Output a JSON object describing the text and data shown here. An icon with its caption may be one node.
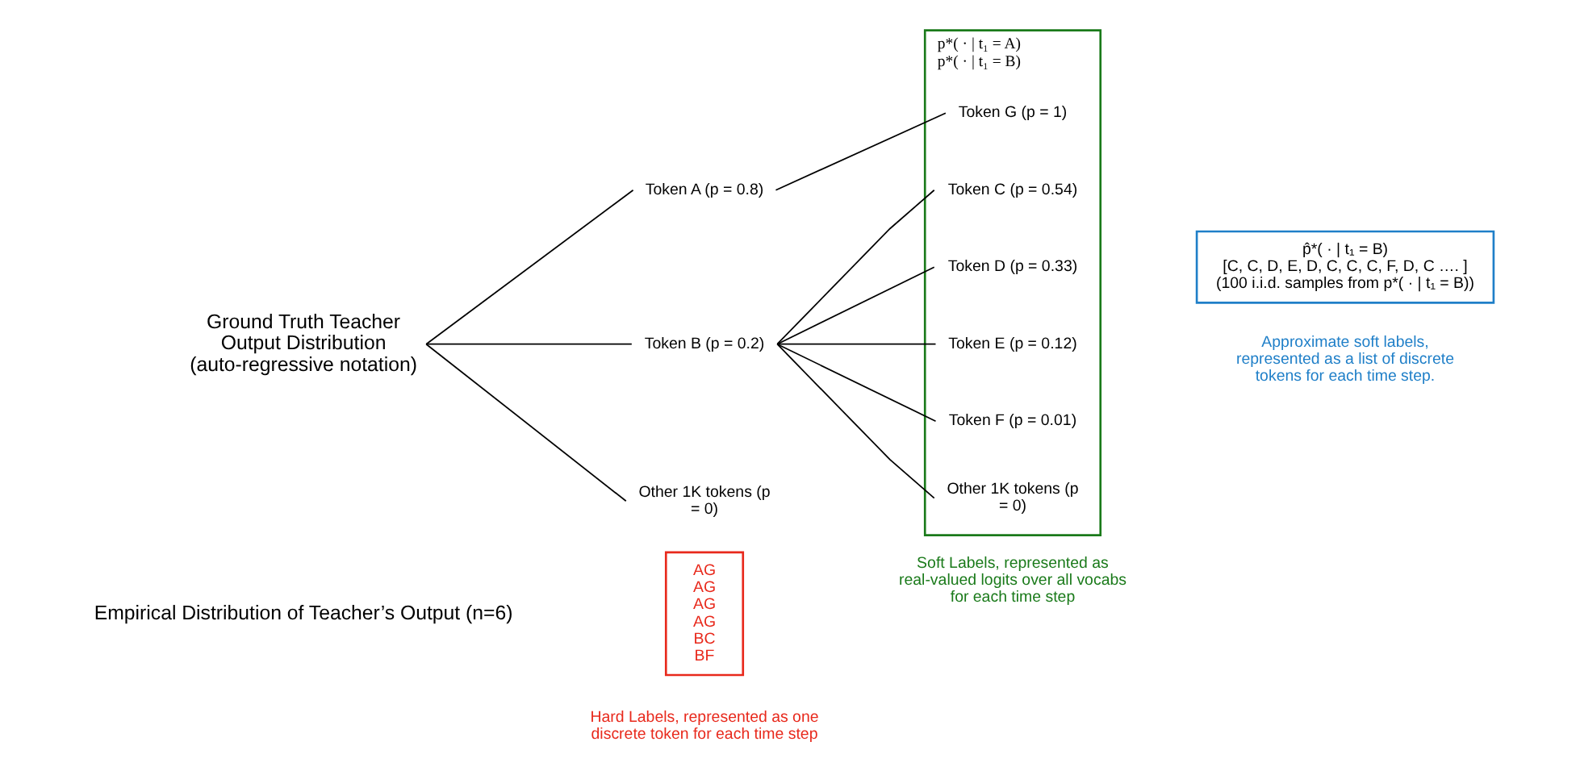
{
  "diagram": {
    "nodes": [
      {
        "text": [
          "Ground Truth Teacher Output Distribution (auto-regressive notation)"
        ]
      },
      {
        "text": [
          "Token A (p = 0.8)"
        ]
      },
      {
        "text": [
          "Token B (p = 0.2)"
        ]
      },
      {
        "text": [
          "Other 1K tokens (p = 0)"
        ]
      },
      {
        "text": [
          "p*( · | t₁ = A)",
          "p*( · | t₁ = B)"
        ],
        "beside": [
          "Soft Labels, represented as real-valued logits over all vocabs for each time step"
        ]
      },
      {
        "text": [
          "Token G (p = 1)"
        ],
        "in": 4
      },
      {
        "text": [
          "Token C (p = 0.54)"
        ],
        "in": 4
      },
      {
        "text": [
          "Token D (p = 0.33)"
        ],
        "in": 4
      },
      {
        "text": [
          "Token E (p = 0.12)"
        ],
        "in": 4
      },
      {
        "text": [
          "Token F (p = 0.01)"
        ],
        "in": 4
      },
      {
        "text": [
          "Other 1K tokens (p = 0)"
        ],
        "in": 4
      },
      {
        "text": [
          "p̂*( · | t₁ = B)",
          "[C, C, D, E, D, C, C, C, F, D, C …. ]",
          "(100 i.i.d. samples from p*( · | t₁ = B))"
        ],
        "beside": [
          "Approximate soft labels, represented as a list of discrete tokens for each time step."
        ]
      },
      {
        "text": [
          "AG",
          "AG",
          "AG",
          "AG",
          "BC",
          "BF"
        ],
        "beside": [
          "Hard Labels, represented as one discrete token for each time step"
        ]
      }
    ],
    "edges": [
      {
        "from": 0,
        "to": 1,
        "arrow": "none"
      },
      {
        "from": 0,
        "to": 2,
        "arrow": "none"
      },
      {
        "from": 0,
        "to": 3,
        "arrow": "none"
      },
      {
        "from": 1,
        "to": 5,
        "arrow": "none"
      },
      {
        "from": 2,
        "to": 6,
        "arrow": "none"
      },
      {
        "from": 2,
        "to": 7,
        "arrow": "none"
      },
      {
        "from": 2,
        "to": 8,
        "arrow": "none"
      },
      {
        "from": 2,
        "to": 9,
        "arrow": "none"
      },
      {
        "from": 2,
        "to": 10,
        "arrow": "none"
      }
    ],
    "labels": [
      "Empirical Distribution of Teacher’s Output (n=6)"
    ]
  }
}
